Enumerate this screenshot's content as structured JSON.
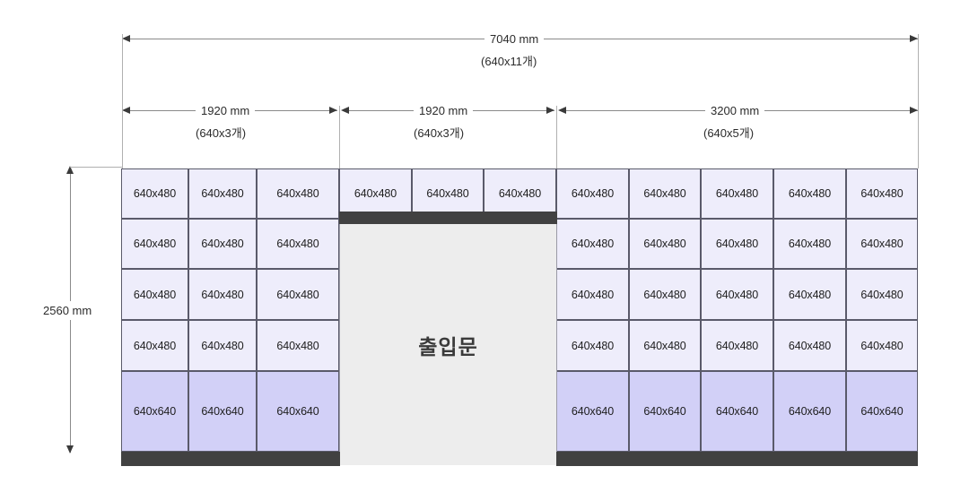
{
  "drawing": {
    "title_dimension": {
      "label": "7040 mm",
      "sub": "(640x11개)"
    },
    "segments": [
      {
        "label": "1920 mm",
        "sub": "(640x3개)"
      },
      {
        "label": "1920 mm",
        "sub": "(640x3개)"
      },
      {
        "label": "3200 mm",
        "sub": "(640x5개)"
      }
    ],
    "height_dimension": {
      "label": "2560 mm"
    },
    "door": {
      "label": "출입문"
    },
    "panel_labels": {
      "standard": "640x480",
      "base": "640x640"
    },
    "colors": {
      "panel_standard": "#eeedfb",
      "panel_base": "#d2d0f7",
      "panel_border": "#5a5a6a",
      "door_fill": "#ededed",
      "structure_dark": "#414141",
      "dimension_line": "#8a8a8a"
    },
    "grid": {
      "rows": [
        {
          "type": "standard",
          "cells": [
            "640x480",
            "640x480",
            "640x480",
            "640x480",
            "640x480",
            "640x480",
            "640x480",
            "640x480",
            "640x480",
            "640x480",
            "640x480"
          ]
        },
        {
          "type": "standard",
          "cells": [
            "640x480",
            "640x480",
            "640x480",
            null,
            null,
            null,
            "640x480",
            "640x480",
            "640x480",
            "640x480",
            "640x480"
          ]
        },
        {
          "type": "standard",
          "cells": [
            "640x480",
            "640x480",
            "640x480",
            null,
            null,
            null,
            "640x480",
            "640x480",
            "640x480",
            "640x480",
            "640x480"
          ]
        },
        {
          "type": "standard",
          "cells": [
            "640x480",
            "640x480",
            "640x480",
            null,
            null,
            null,
            "640x480",
            "640x480",
            "640x480",
            "640x480",
            "640x480"
          ]
        },
        {
          "type": "base",
          "cells": [
            "640x640",
            "640x640",
            "640x640",
            null,
            null,
            null,
            "640x640",
            "640x640",
            "640x640",
            "640x640",
            "640x640"
          ]
        }
      ]
    }
  }
}
